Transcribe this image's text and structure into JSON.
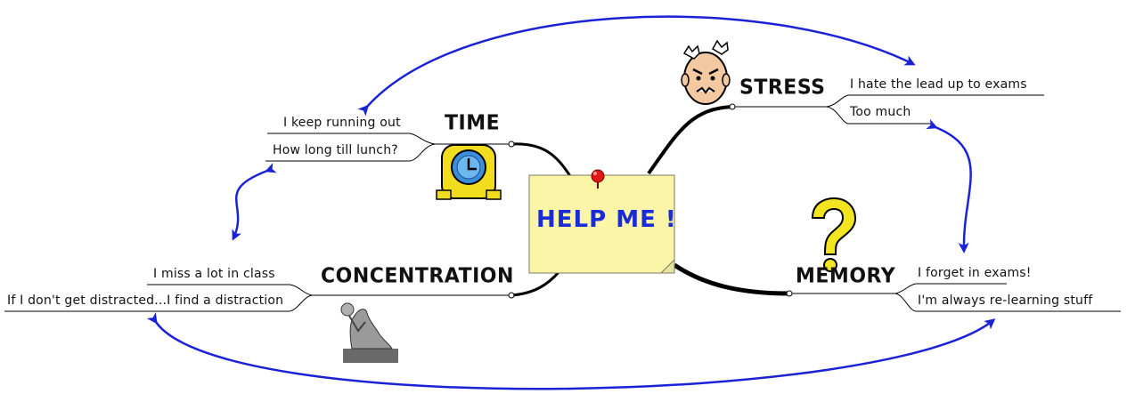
{
  "central_topic": "HELP ME !",
  "branches": {
    "time": {
      "label": "TIME",
      "icon": "clock-icon",
      "items": [
        "I keep running out",
        "How long till lunch?"
      ]
    },
    "stress": {
      "label": "STRESS",
      "icon": "angry-face-icon",
      "items": [
        "I hate the lead up to exams",
        "Too much"
      ]
    },
    "concentration": {
      "label": "CONCENTRATION",
      "icon": "thinker-statue-icon",
      "items": [
        "I miss a lot in class",
        "If I don't get distracted...I find a distraction"
      ]
    },
    "memory": {
      "label": "MEMORY",
      "icon": "question-mark-icon",
      "items": [
        "I forget in exams!",
        "I'm always re-learning stuff"
      ]
    }
  },
  "colors": {
    "note": "#fbf5a8",
    "note_border": "#7a7a60",
    "pin": "#e01818",
    "central_text": "#1a2bd8",
    "link_arrow": "#1a22d6",
    "branch_line": "#000000",
    "clock_frame": "#f2dc1e",
    "clock_face": "#3a8fd8"
  }
}
